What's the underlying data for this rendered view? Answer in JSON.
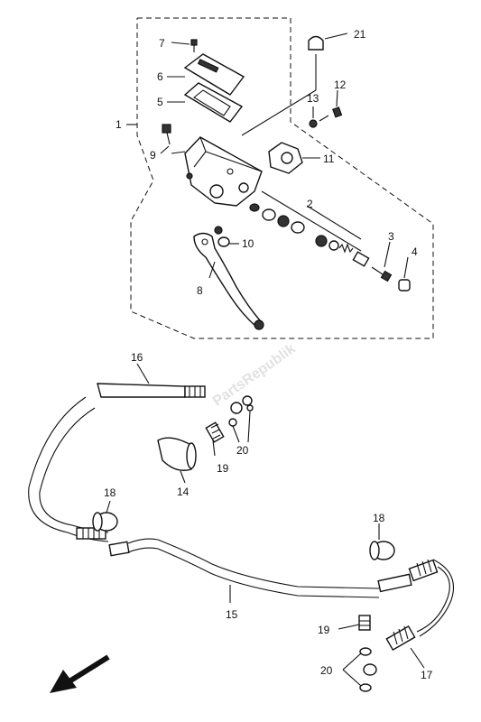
{
  "diagram": {
    "watermark": "PartsRepublik",
    "callouts": {
      "c1": "1",
      "c2": "2",
      "c3": "3",
      "c4": "4",
      "c5": "5",
      "c6": "6",
      "c7": "7",
      "c8": "8",
      "c9": "9",
      "c10": "10",
      "c11": "11",
      "c12": "12",
      "c13": "13",
      "c14": "14",
      "c15": "15",
      "c16": "16",
      "c17": "17",
      "c18a": "18",
      "c18b": "18",
      "c19a": "19",
      "c19b": "19",
      "c20a": "20",
      "c20b": "20",
      "c21": "21"
    }
  }
}
